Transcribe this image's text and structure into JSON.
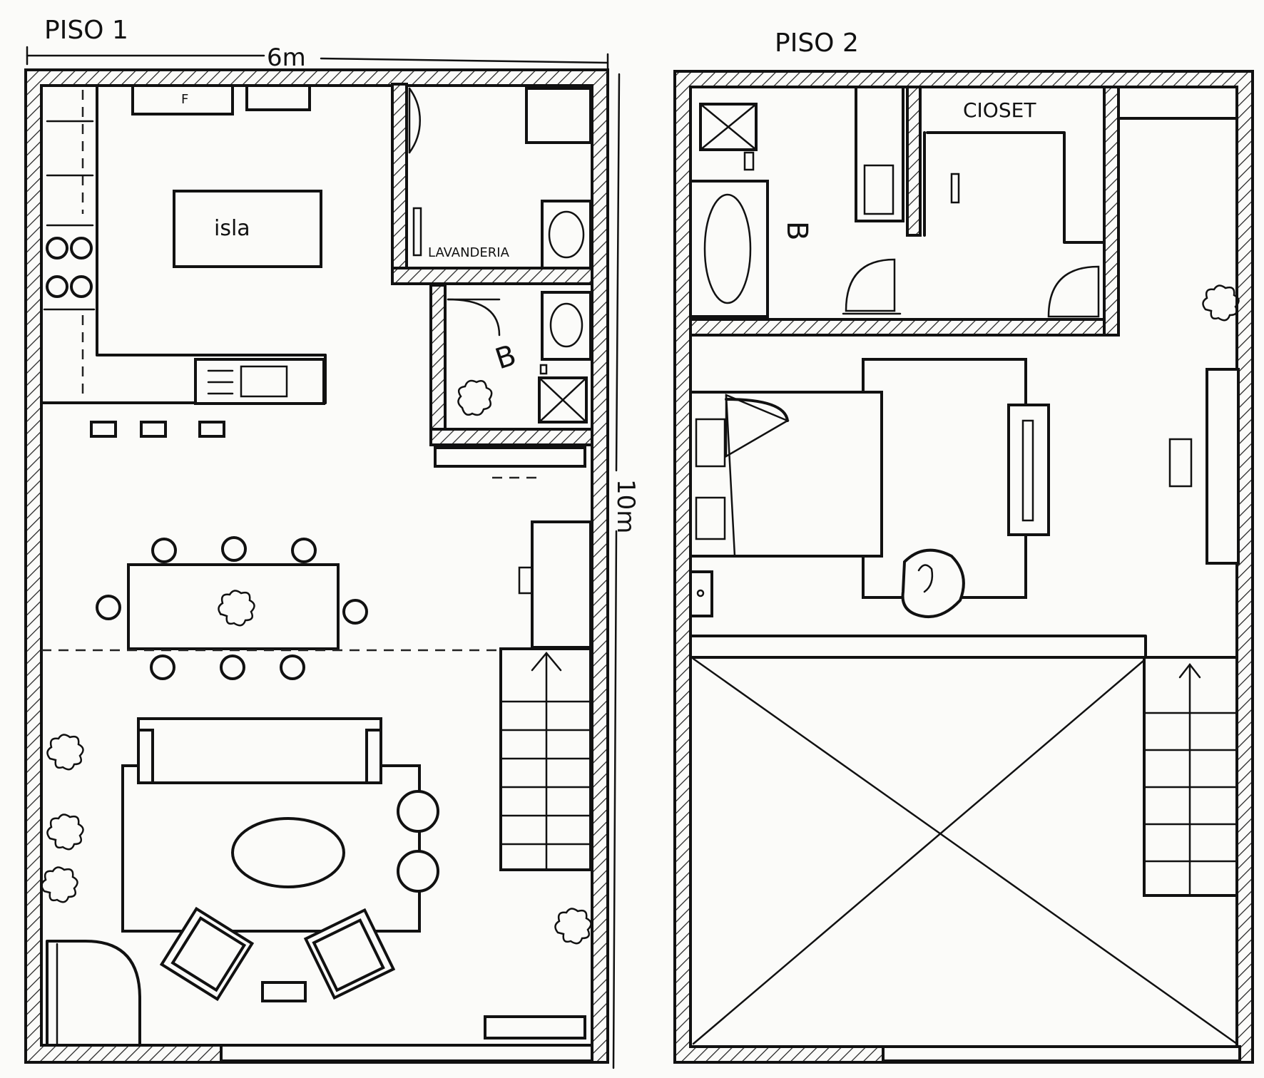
{
  "floors": [
    {
      "title": "PISO 1",
      "dimension_width": "6m",
      "dimension_height": "10m",
      "labels": {
        "island": "isla",
        "laundry": "LAVANDERIA",
        "fridge": "F",
        "bath": "B"
      }
    },
    {
      "title": "PISO 2",
      "labels": {
        "closet": "CIOSET",
        "bath": "B"
      }
    }
  ],
  "colors": {
    "ink": "#111111",
    "paper": "#fbfbf9"
  }
}
